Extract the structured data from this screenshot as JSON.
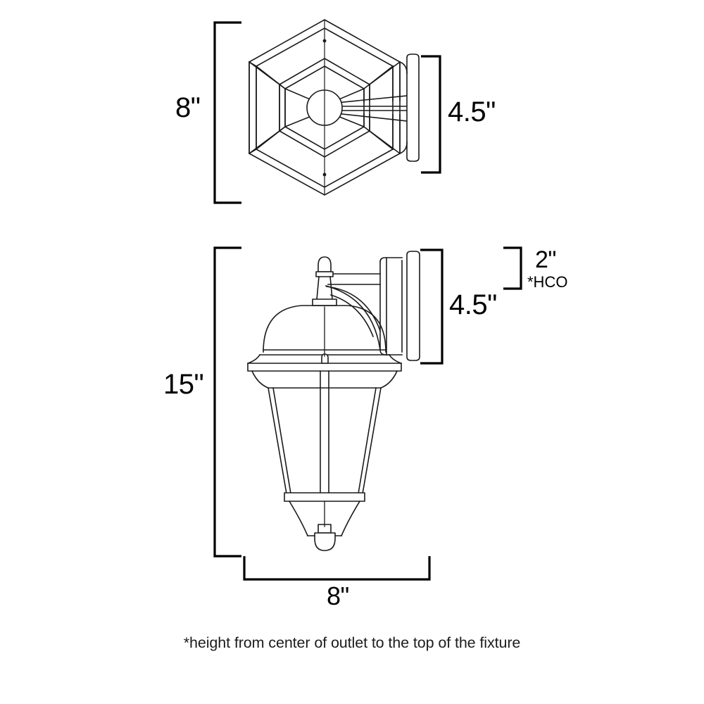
{
  "document": {
    "type": "product-dimension-spec-drawing",
    "subject": "outdoor wall lantern",
    "background_color": "#ffffff",
    "line_color": "#1a1a1a",
    "text_color": "#000000"
  },
  "views": {
    "top": {
      "name": "top-view",
      "description": "hexagonal lantern seen from above with wall mounting plate at right"
    },
    "side": {
      "name": "side-elevation-view",
      "description": "lantern with finial, dome, tapered glass body and scroll wall bracket"
    }
  },
  "dimensions": {
    "top_height": {
      "value": "8\"",
      "name": "top-view-height-dimension",
      "orientation": "vertical",
      "position": "left of top view"
    },
    "top_depth": {
      "value": "4.5\"",
      "name": "top-view-depth-dimension",
      "orientation": "vertical",
      "position": "right of top view"
    },
    "main_height": {
      "value": "15\"",
      "name": "side-view-height-dimension",
      "orientation": "vertical",
      "position": "left of side view"
    },
    "main_depth": {
      "value": "4.5\"",
      "name": "side-view-depth-dimension",
      "orientation": "vertical",
      "position": "right of side view"
    },
    "hco": {
      "value": "2\"",
      "note": "*HCO",
      "name": "height-from-center-of-outlet-dimension",
      "orientation": "vertical",
      "position": "far right of side view"
    },
    "main_width": {
      "value": "8\"",
      "name": "side-view-width-dimension",
      "orientation": "horizontal",
      "position": "below side view"
    }
  },
  "footnote": {
    "text": "*height from center of outlet to the top of the fixture"
  }
}
